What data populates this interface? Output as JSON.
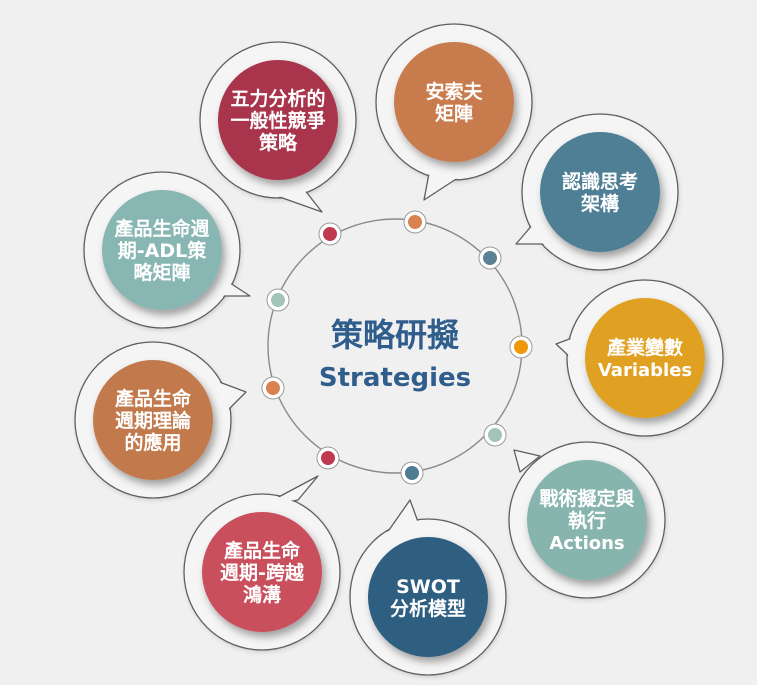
{
  "center": {
    "title": "策略研擬",
    "subtitle": "Strategies"
  },
  "nodes": [
    {
      "lines": [
        "五力分析的",
        "一般性競爭",
        "策略"
      ],
      "color": "#a8364b",
      "dot_color": "#c0394e"
    },
    {
      "lines": [
        "安索夫",
        "矩陣"
      ],
      "color": "#c87c4e",
      "dot_color": "#d9824f"
    },
    {
      "lines": [
        "認識思考",
        "架構"
      ],
      "color": "#4f7f94",
      "dot_color": "#5b8194"
    },
    {
      "lines": [
        "產業變數",
        "Variables"
      ],
      "color": "#e0a020",
      "dot_color": "#f0980c"
    },
    {
      "lines": [
        "戰術擬定與",
        "執行",
        "Actions"
      ],
      "color": "#87b4ad",
      "dot_color": "#a3c4b8"
    },
    {
      "lines": [
        "SWOT",
        "分析模型"
      ],
      "color": "#2e5f80",
      "dot_color": "#4d7c93"
    },
    {
      "lines": [
        "產品生命",
        "週期-跨越",
        "鴻溝"
      ],
      "color": "#c9505d",
      "dot_color": "#c0394e"
    },
    {
      "lines": [
        "產品生命",
        "週期理論",
        "的應用"
      ],
      "color": "#c27a4e",
      "dot_color": "#d9824f"
    },
    {
      "lines": [
        "產品生命週",
        "期-ADL策",
        "略矩陣"
      ],
      "color": "#87b6b3",
      "dot_color": "#a3c4b8"
    }
  ]
}
